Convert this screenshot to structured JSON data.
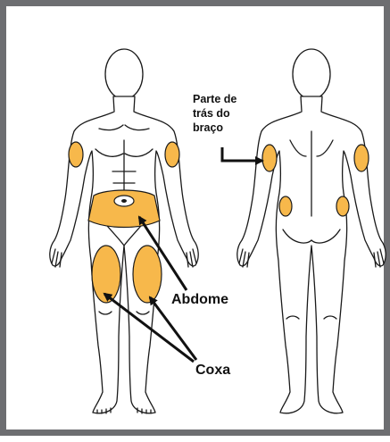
{
  "labels": {
    "abdome": "Abdome",
    "coxa": "Coxa",
    "braco_lines": [
      "Parte de",
      "trás do",
      "braço"
    ]
  },
  "icons": {
    "front_figure": "human-body-front-outline",
    "back_figure": "human-body-back-outline"
  },
  "colors": {
    "frame": "#6d6e71",
    "injection_site": "#f7b84b",
    "outline": "#1a1a1a",
    "arrow": "#111111"
  }
}
